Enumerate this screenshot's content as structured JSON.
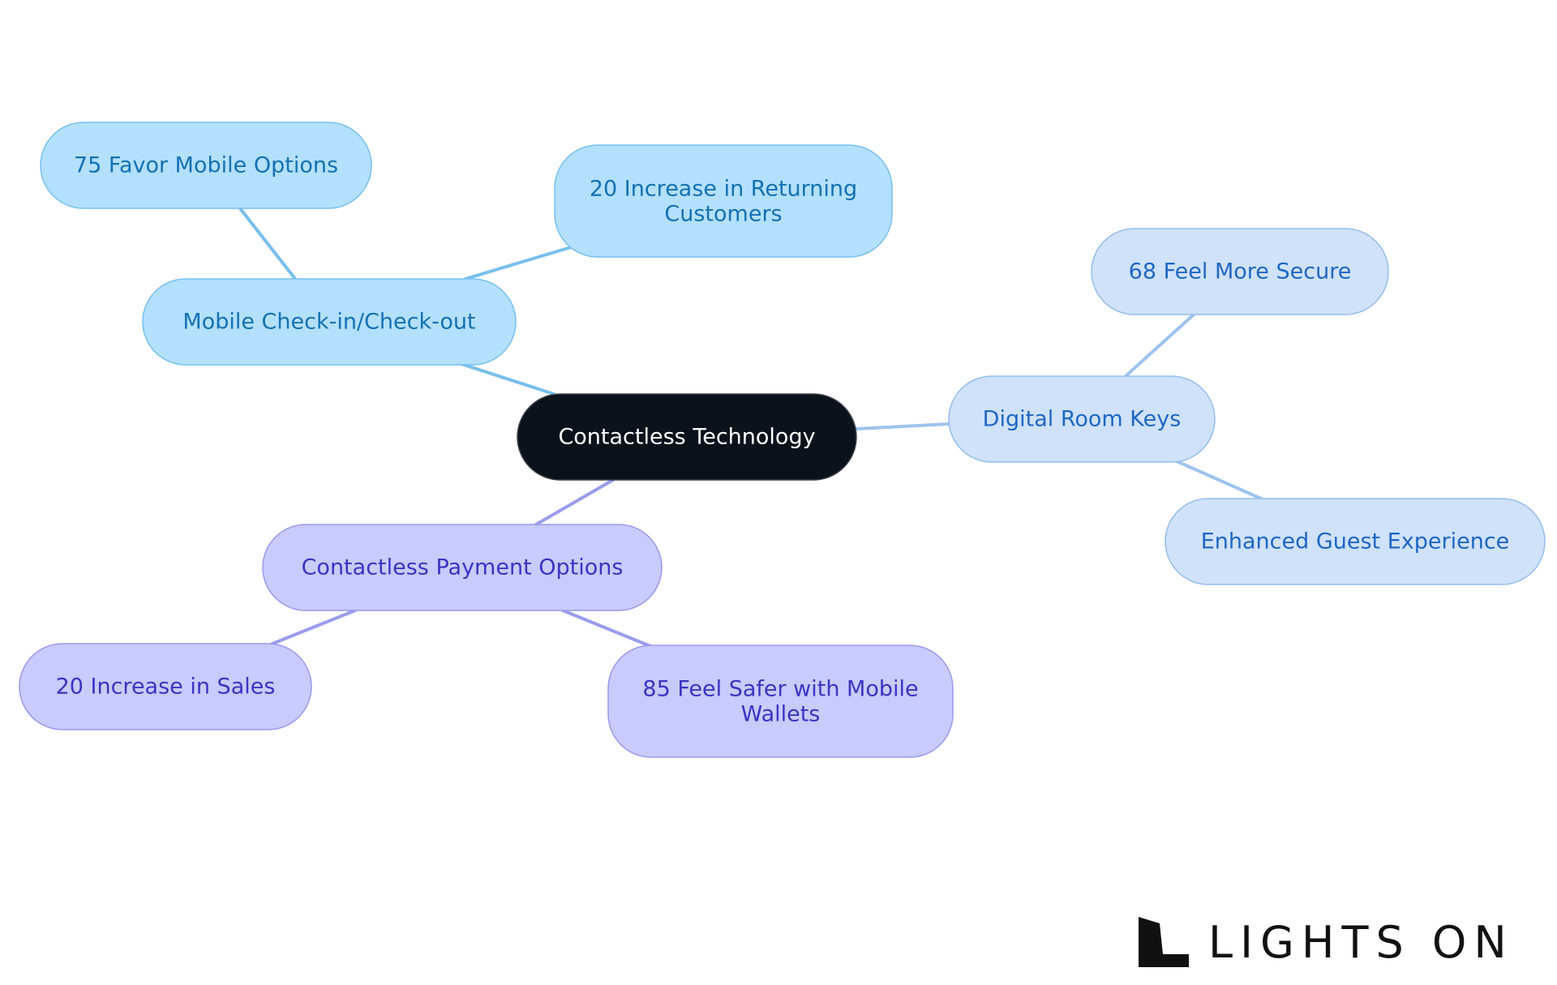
{
  "diagram": {
    "type": "mindmap",
    "nodes": [
      {
        "id": "root",
        "label": "Contactless Technology",
        "group": "root"
      },
      {
        "id": "mobile",
        "label": "Mobile Check-in/Check-out",
        "group": "sky"
      },
      {
        "id": "favor",
        "label": "75 Favor Mobile Options",
        "group": "sky"
      },
      {
        "id": "returning",
        "label": "20 Increase in Returning Customers",
        "group": "sky"
      },
      {
        "id": "keys",
        "label": "Digital Room Keys",
        "group": "pale"
      },
      {
        "id": "secure",
        "label": "68 Feel More Secure",
        "group": "pale"
      },
      {
        "id": "guest",
        "label": "Enhanced Guest Experience",
        "group": "pale"
      },
      {
        "id": "payment",
        "label": "Contactless Payment Options",
        "group": "violet"
      },
      {
        "id": "sales",
        "label": "20 Increase in Sales",
        "group": "violet"
      },
      {
        "id": "wallets",
        "label": "85 Feel Safer with Mobile Wallets",
        "group": "violet"
      }
    ],
    "edges": [
      {
        "from": "root",
        "to": "mobile"
      },
      {
        "from": "mobile",
        "to": "favor"
      },
      {
        "from": "mobile",
        "to": "returning"
      },
      {
        "from": "root",
        "to": "keys"
      },
      {
        "from": "keys",
        "to": "secure"
      },
      {
        "from": "keys",
        "to": "guest"
      },
      {
        "from": "root",
        "to": "payment"
      },
      {
        "from": "payment",
        "to": "sales"
      },
      {
        "from": "payment",
        "to": "wallets"
      }
    ],
    "colors": {
      "root_fill": "#0c121b",
      "sky_fill": "#b3e0fd",
      "pale_fill": "#cfe2fa",
      "violet_fill": "#c9cafd"
    }
  },
  "brand": {
    "name": "LIGHTS ON",
    "icon": "lights-on-logo-icon"
  }
}
